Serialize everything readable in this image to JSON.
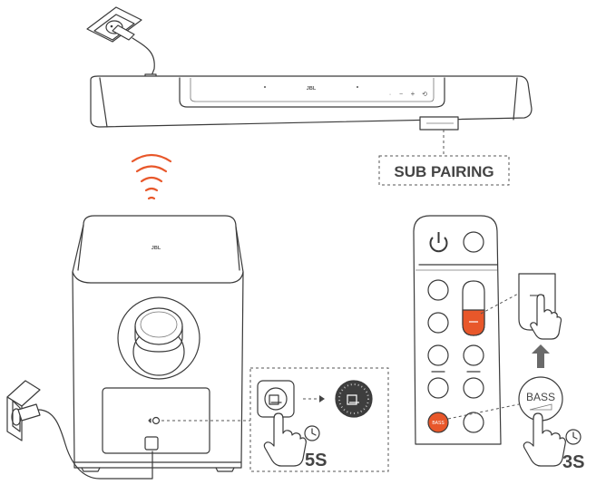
{
  "soundbar": {
    "brand": "JBL",
    "buttons": [
      "·",
      "−",
      "+",
      "⟲"
    ]
  },
  "subwoofer": {
    "brand": "JBL"
  },
  "labels": {
    "sub_pairing": "SUB PAIRING",
    "hold_sub": "5S",
    "hold_remote": "3S",
    "bass": "BASS",
    "bass_small": "BASS",
    "minus": "—"
  },
  "colors": {
    "accent": "#e8572a",
    "line": "#3a3a3a"
  }
}
